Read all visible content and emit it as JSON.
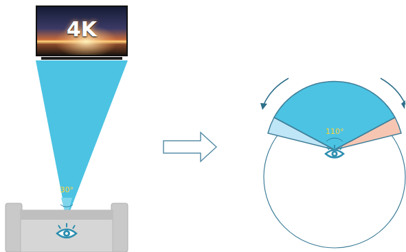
{
  "diagram": {
    "labels": [
      "4K",
      "30°",
      "110°"
    ]
  }
}
